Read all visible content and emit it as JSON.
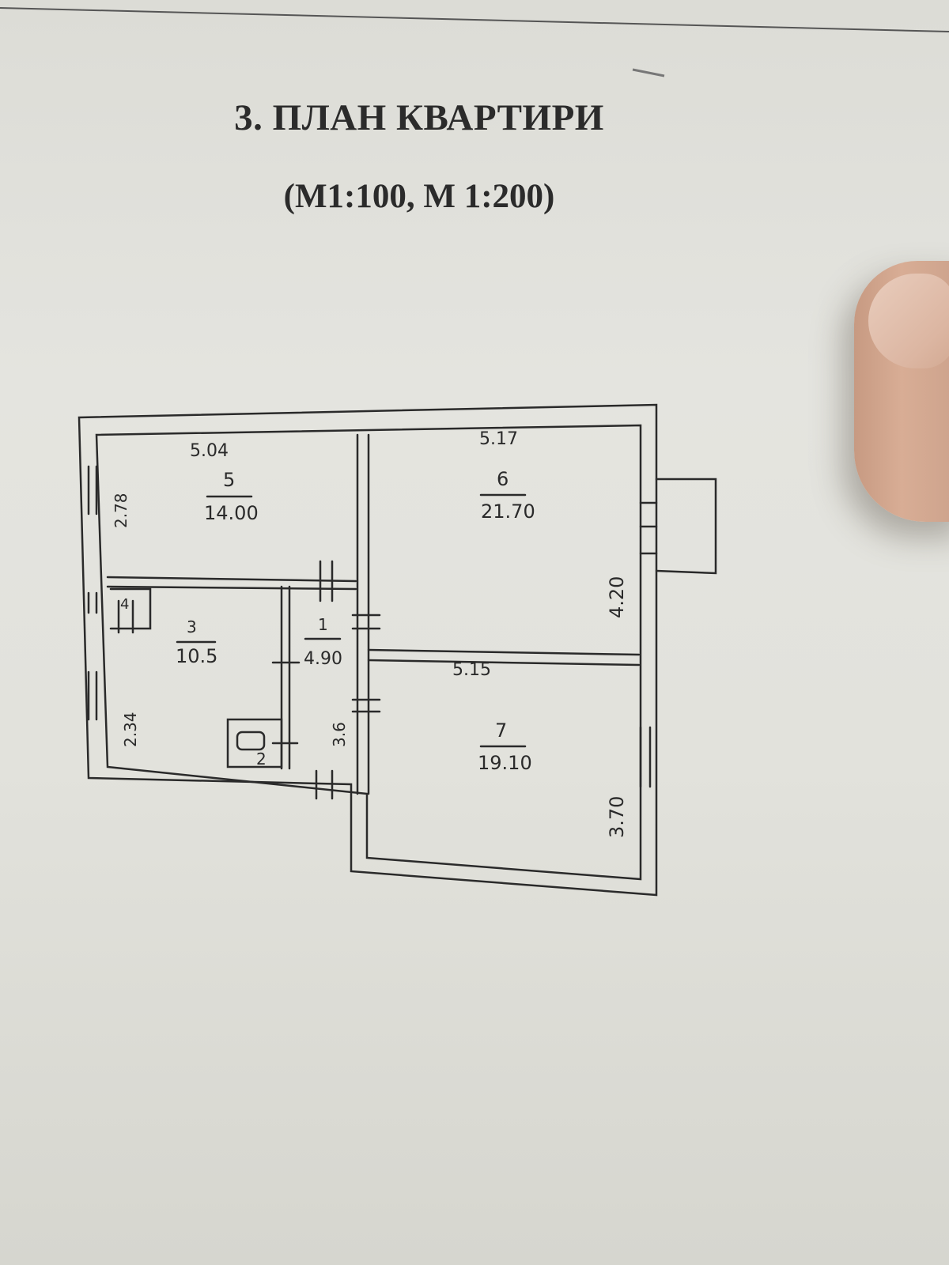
{
  "header": {
    "title": "3. ПЛАН КВАРТИРИ",
    "scale": "(М1:100, М 1:200)"
  },
  "rooms": [
    {
      "number": "5",
      "area": "14.00",
      "dimensions": [
        "5.04",
        "2.78"
      ]
    },
    {
      "number": "6",
      "area": "21.70",
      "dimensions": [
        "5.17",
        "4.20"
      ]
    },
    {
      "number": "3",
      "area": "10.5",
      "dimensions": [
        "2.34"
      ]
    },
    {
      "number": "1",
      "area": "4.90",
      "dimensions": [
        "3.6"
      ]
    },
    {
      "number": "7",
      "area": "19.10",
      "dimensions": [
        "5.15",
        "3.70"
      ]
    },
    {
      "number": "2"
    },
    {
      "number": "4"
    }
  ],
  "colors": {
    "ink": "#2a2a2a",
    "paper": "#e2e2dc"
  }
}
